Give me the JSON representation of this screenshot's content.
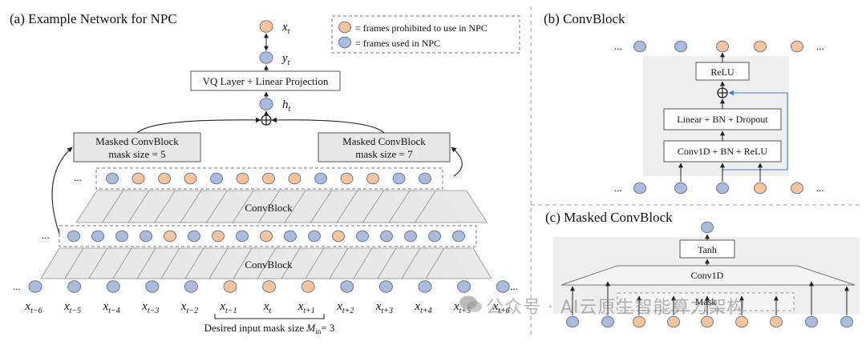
{
  "panels": {
    "a": {
      "title": "(a) Example Network for NPC"
    },
    "b": {
      "title": "(b) ConvBlock"
    },
    "c": {
      "title": "(c) Masked ConvBlock"
    }
  },
  "legend": {
    "prohibited": "= frames prohibited to use in NPC",
    "used": "= frames used in NPC"
  },
  "panel_a": {
    "top_nodes": [
      "x",
      "y",
      "h"
    ],
    "top_subscript": "t",
    "vq_layer": "VQ Layer + Linear Projection",
    "masked_left": [
      "Masked ConvBlock",
      "mask size = 5"
    ],
    "masked_right": [
      "Masked ConvBlock",
      "mask size = 7"
    ],
    "convblock_label": "ConvBlock",
    "ellipsis": "...",
    "bottom_x_labels": [
      "t−6",
      "t−5",
      "t−4",
      "t−3",
      "t−2",
      "t−1",
      "t",
      "t+1",
      "t+2",
      "t+3",
      "t+4",
      "t+5",
      "t+6"
    ],
    "bottom_label_base": "x",
    "desired_mask_text": "Desired input mask size",
    "desired_mask_symbol": "M",
    "desired_mask_sub": "in",
    "desired_mask_value": "= 3"
  },
  "panel_b": {
    "relu": "ReLU",
    "linear": "Linear + BN + Dropout",
    "conv": "Conv1D + BN + ReLU",
    "ellipsis": "..."
  },
  "panel_c": {
    "tanh": "Tanh",
    "conv1d": "Conv1D",
    "mask": "Mask"
  },
  "watermark": "公众号 · AI云原生智能算力架构",
  "colors": {
    "prohibited": "#f5c49a",
    "used": "#aabbdc",
    "node_stroke": "#6b7a93",
    "trap_fill": "#e8e8e8",
    "panel_bg": "#eeeeee",
    "skip_arrow": "#3d7fc1"
  }
}
